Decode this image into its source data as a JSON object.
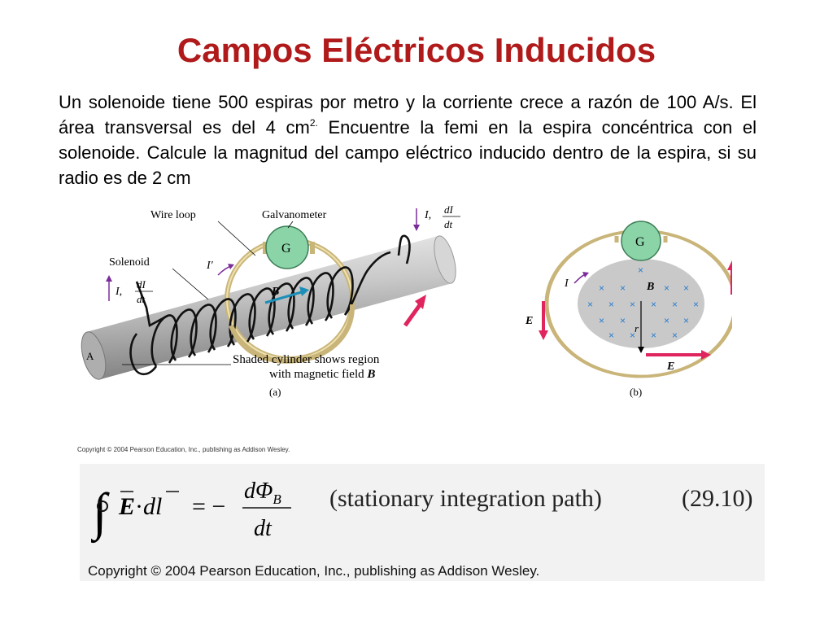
{
  "slide": {
    "title": "Campos Eléctricos Inducidos",
    "problem": {
      "part1": "Un solenoide tiene 500 espiras por metro y la corriente crece a razón de 100 A/s. El área transversal es del 4 cm",
      "sup": "2.",
      "part2": " Encuentre la femi en la espira concéntrica con el solenoide. Calcule la magnitud del campo eléctrico inducido dentro de la espira, si su radio es de 2 cm"
    }
  },
  "figure_a": {
    "label_wire_loop": "Wire loop",
    "label_galvanometer": "Galvanometer",
    "label_solenoid": "Solenoid",
    "galvanometer_symbol": "G",
    "current_symbol": "I,",
    "current_symbol_loop": "I′",
    "rate_numerator": "dI",
    "rate_denominator": "dt",
    "field_symbol": "B",
    "end_label": "A",
    "caption_line1": "Shaded cylinder shows region",
    "caption_line2": "with magnetic field ",
    "caption_field": "B",
    "panel_label": "(a)"
  },
  "figure_b": {
    "galvanometer_symbol": "G",
    "current_symbol": "I",
    "field_symbol": "B",
    "radius_symbol": "r",
    "efield_symbol": "E",
    "panel_label": "(b)"
  },
  "copyright_small": "Copyright © 2004 Pearson Education, Inc., publishing as Addison Wesley.",
  "equation": {
    "lhs_field": "E",
    "lhs_dot": "·",
    "lhs_dl": "dl",
    "equals": "= −",
    "numerator": "dΦ",
    "numerator_sub": "B",
    "denominator": "dt",
    "note": "(stationary integration path)",
    "number": "(29.10)"
  },
  "copyright_big": "Copyright © 2004 Pearson Education, Inc., publishing as Addison Wesley."
}
